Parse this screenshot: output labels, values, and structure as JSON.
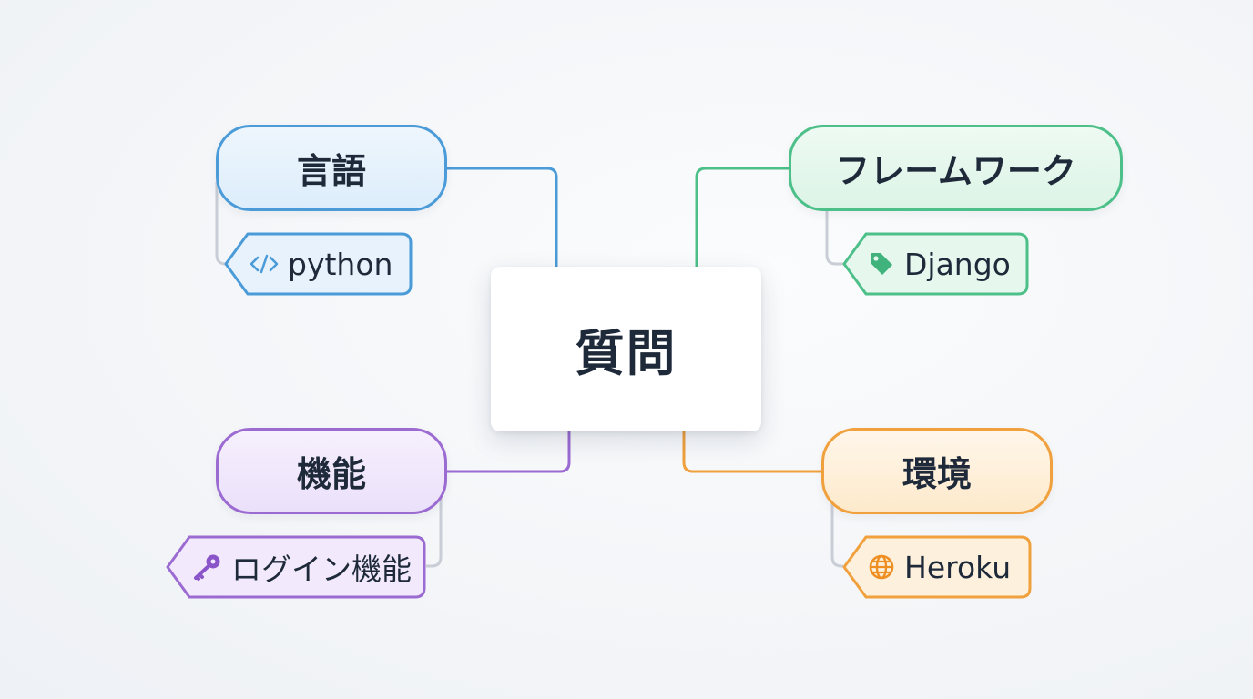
{
  "center": {
    "label": "質問"
  },
  "branches": [
    {
      "label": "言語",
      "color": "#4a9bd8",
      "tag": {
        "label": "python",
        "icon": "code-icon"
      }
    },
    {
      "label": "フレームワーク",
      "color": "#4dc08a",
      "tag": {
        "label": "Django",
        "icon": "tag-icon"
      }
    },
    {
      "label": "機能",
      "color": "#9b6bd2",
      "tag": {
        "label": "ログイン機能",
        "icon": "key-icon"
      }
    },
    {
      "label": "環境",
      "color": "#f0a03c",
      "tag": {
        "label": "Heroku",
        "icon": "globe-icon"
      }
    }
  ]
}
